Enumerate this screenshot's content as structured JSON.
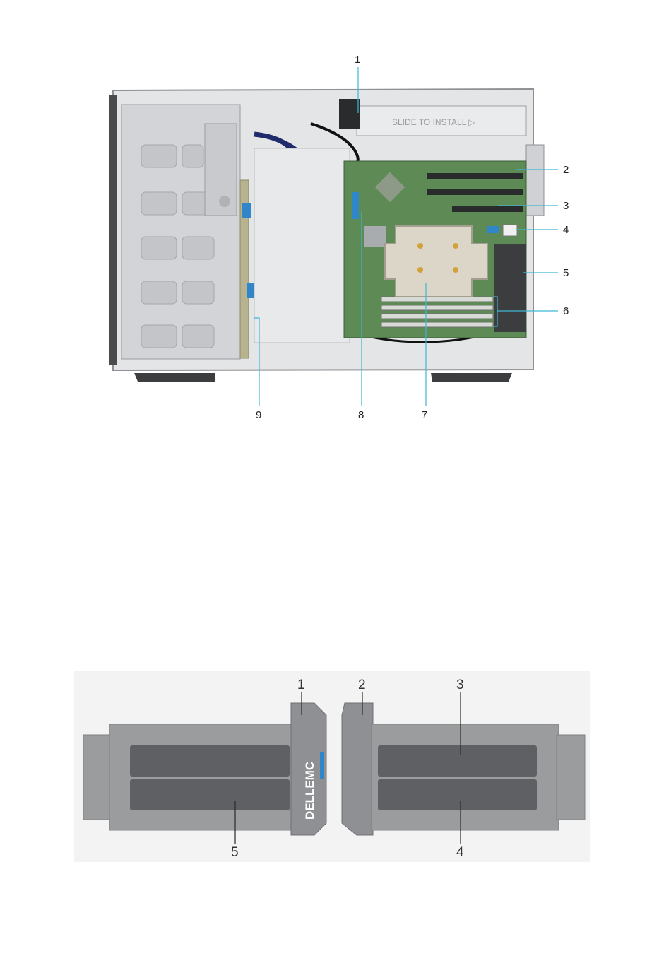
{
  "figure1": {
    "stencil_text": "SLIDE TO INSTALL ▷",
    "callouts": [
      {
        "id": "c1",
        "text": "1"
      },
      {
        "id": "c2",
        "text": "2"
      },
      {
        "id": "c3",
        "text": "3"
      },
      {
        "id": "c4",
        "text": "4"
      },
      {
        "id": "c5",
        "text": "5"
      },
      {
        "id": "c6",
        "text": "6"
      },
      {
        "id": "c7",
        "text": "7"
      },
      {
        "id": "c8",
        "text": "8"
      },
      {
        "id": "c9",
        "text": "9"
      }
    ]
  },
  "figure2": {
    "brand": "DELLEMC",
    "callouts": [
      {
        "id": "d1",
        "text": "1"
      },
      {
        "id": "d2",
        "text": "2"
      },
      {
        "id": "d3",
        "text": "3"
      },
      {
        "id": "d4",
        "text": "4"
      },
      {
        "id": "d5",
        "text": "5"
      }
    ]
  },
  "colors": {
    "chassis": "#d9dadc",
    "chassis_dark": "#8e9093",
    "board": "#5d8a55",
    "heatsink": "#dcd6c8",
    "accent_blue": "#2f86c8",
    "leader_cyan": "#3fb6d6",
    "bezel_gray": "#9a9c9e",
    "bezel_dark": "#5e6063"
  }
}
